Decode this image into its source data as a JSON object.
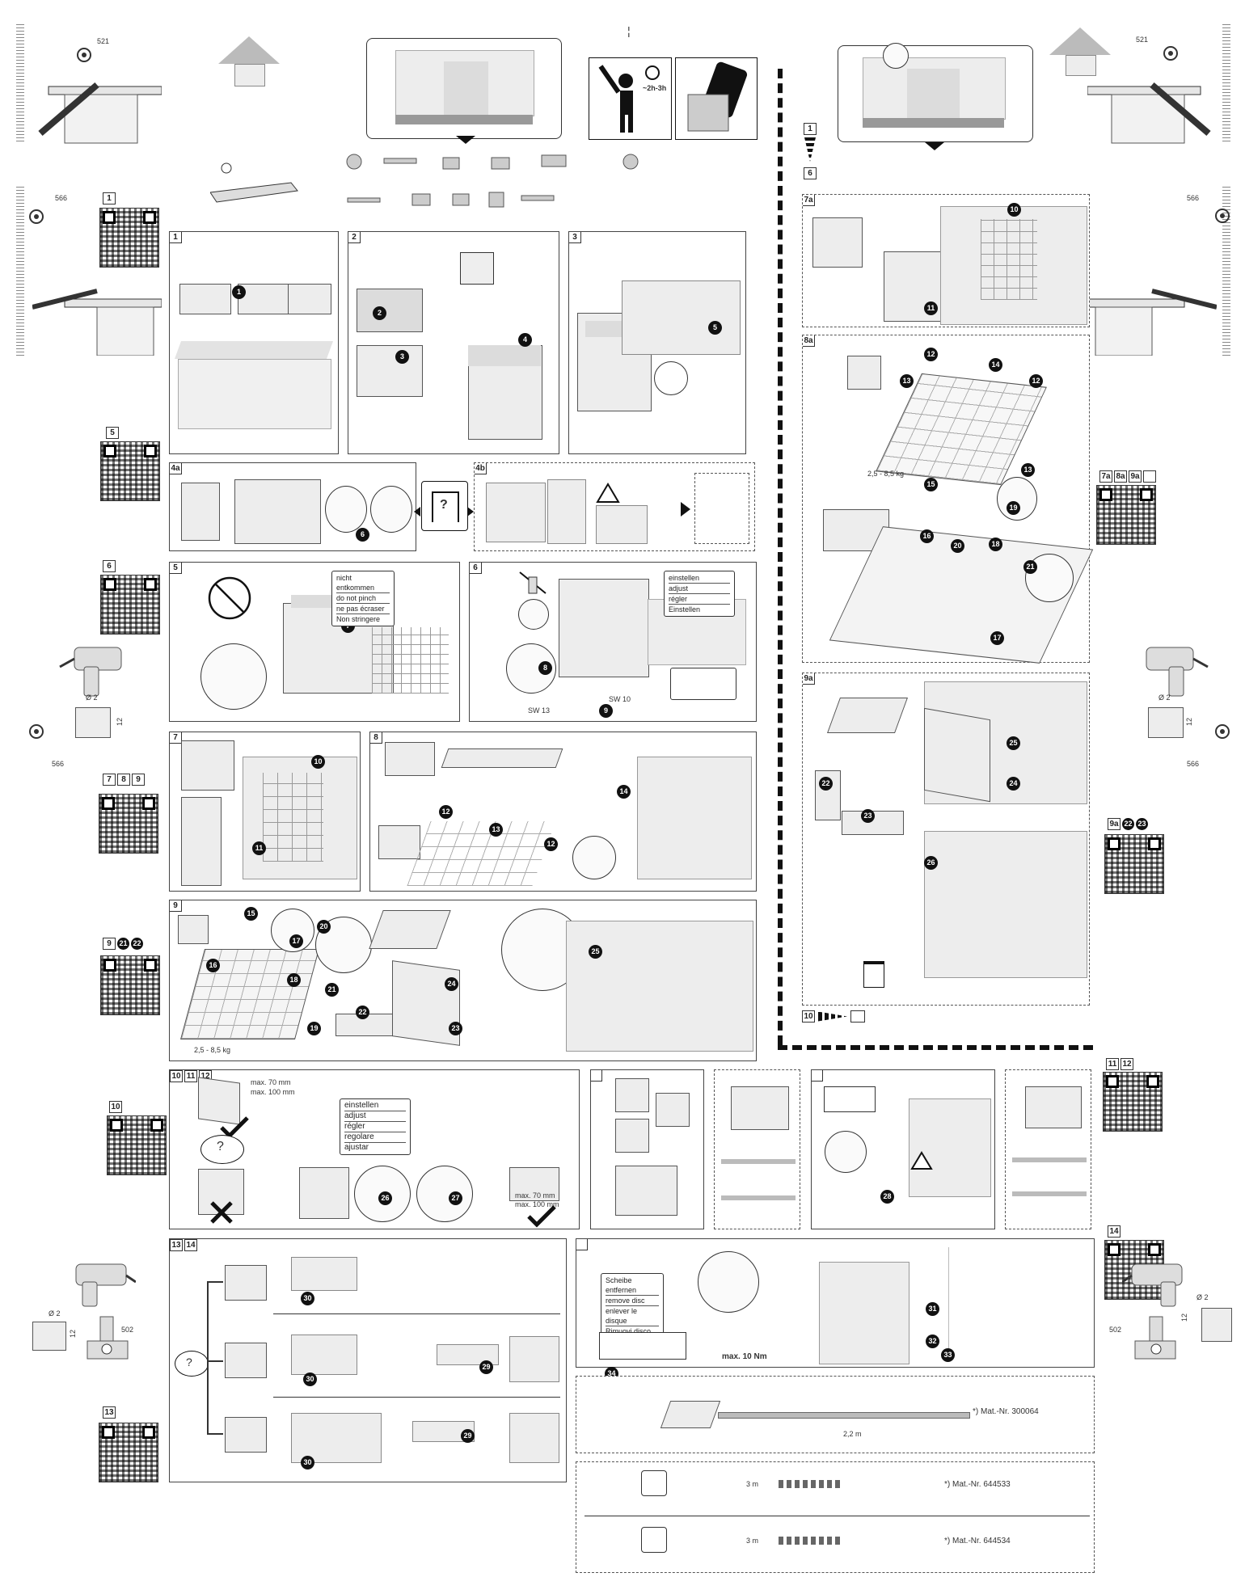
{
  "dims": {
    "d521": "521",
    "d566": "566",
    "d502": "502",
    "d12": "12",
    "diam": "Ø 2"
  },
  "time": "~2h-3h",
  "qr_labels": {
    "q1": [
      "1"
    ],
    "q5": [
      "5"
    ],
    "q6": [
      "6"
    ],
    "q789": [
      "7",
      "8",
      "9"
    ],
    "q9": [
      "9",
      "21",
      "22"
    ],
    "q10": [
      "10"
    ],
    "q13": [
      "13"
    ],
    "q7a": [
      "7a",
      "8a",
      "9a"
    ],
    "q9a": [
      "9a",
      "22",
      "23"
    ],
    "q1112": [
      "11",
      "12"
    ],
    "q14": [
      "14"
    ]
  },
  "panels": {
    "p1": "1",
    "p2": "2",
    "p3": "3",
    "p4a": "4a",
    "p4b": "4b",
    "p5": "5",
    "p6": "6",
    "p7": "7",
    "p8": "8",
    "p9": "9",
    "p1012": [
      "10",
      "11",
      "12"
    ],
    "p1314": [
      "13",
      "14"
    ],
    "p7a": "7a",
    "p8a": "8a",
    "p9a": "9a"
  },
  "side_steps": [
    "1",
    "6"
  ],
  "step10_chain": "10",
  "p5_note": [
    "nicht entkommen",
    "do not pinch",
    "ne pas écraser",
    "Non stringere"
  ],
  "p6_note": [
    "einstellen",
    "adjust",
    "régler",
    "Einstellen"
  ],
  "p1012_note": [
    "einstellen",
    "adjust",
    "régler",
    "regolare",
    "ajustar"
  ],
  "p1012_dims_top": [
    "max. 70 mm",
    "max. 100 mm"
  ],
  "p1012_dims_bot": [
    "max. 70 mm",
    "max. 100 mm"
  ],
  "p34_note": [
    "Scheibe entfernen",
    "remove disc",
    "enlever le disque",
    "Rimuovi disco"
  ],
  "max_torque": "max. 10 Nm",
  "p9_weight": "2,5 - 8,5 kg",
  "p8a_weight": "2,5 - 8,5 kg",
  "sw13": "SW 13",
  "sw10": "SW 10",
  "mat_hose": "*) Mat.-Nr. 300064",
  "mat_cable1": "*) Mat.-Nr. 644533",
  "mat_cable2": "*) Mat.-Nr. 644534",
  "len3m": "3 m",
  "len22m": "2,2 m",
  "question": "?"
}
